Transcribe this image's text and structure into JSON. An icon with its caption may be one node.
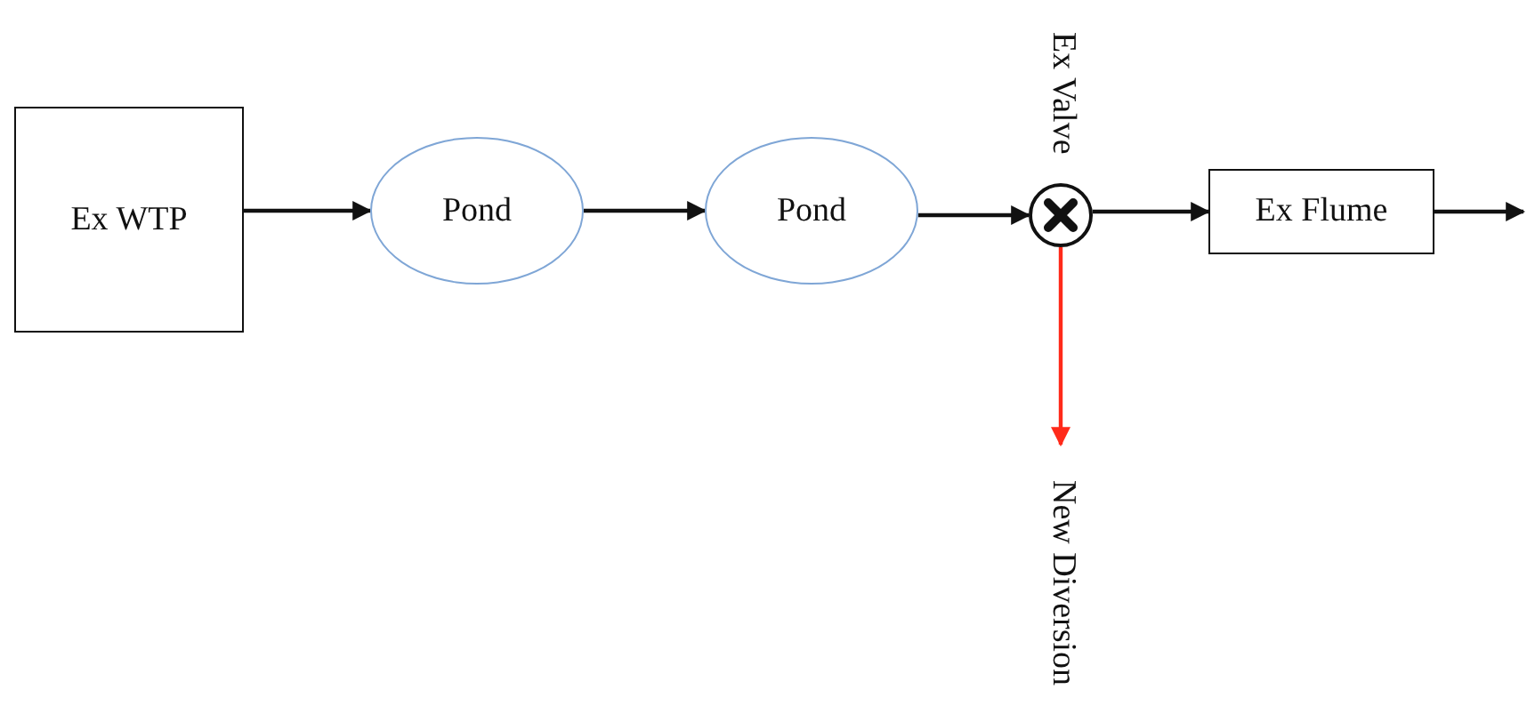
{
  "diagram": {
    "nodes": [
      {
        "text": [
          "Ex WTP"
        ]
      },
      {
        "text": [
          "Pond"
        ]
      },
      {
        "text": [
          "Pond"
        ]
      },
      {
        "text": [],
        "shape": "circle",
        "beside": [
          "Ex Valve"
        ]
      },
      {
        "text": [
          "Ex Flume"
        ]
      },
      {
        "text": [
          "New Diversion"
        ]
      }
    ],
    "edges": [
      {
        "from": 0,
        "to": 1,
        "arrow": "to"
      },
      {
        "from": 1,
        "to": 2,
        "arrow": "to"
      },
      {
        "from": 2,
        "to": 3,
        "arrow": "to"
      },
      {
        "from": 3,
        "to": 4,
        "arrow": "to"
      },
      {
        "from": 4,
        "to": null,
        "arrow": "to"
      },
      {
        "from": 3,
        "to": 5,
        "arrow": "to",
        "color": "#ff2a1a"
      }
    ]
  }
}
